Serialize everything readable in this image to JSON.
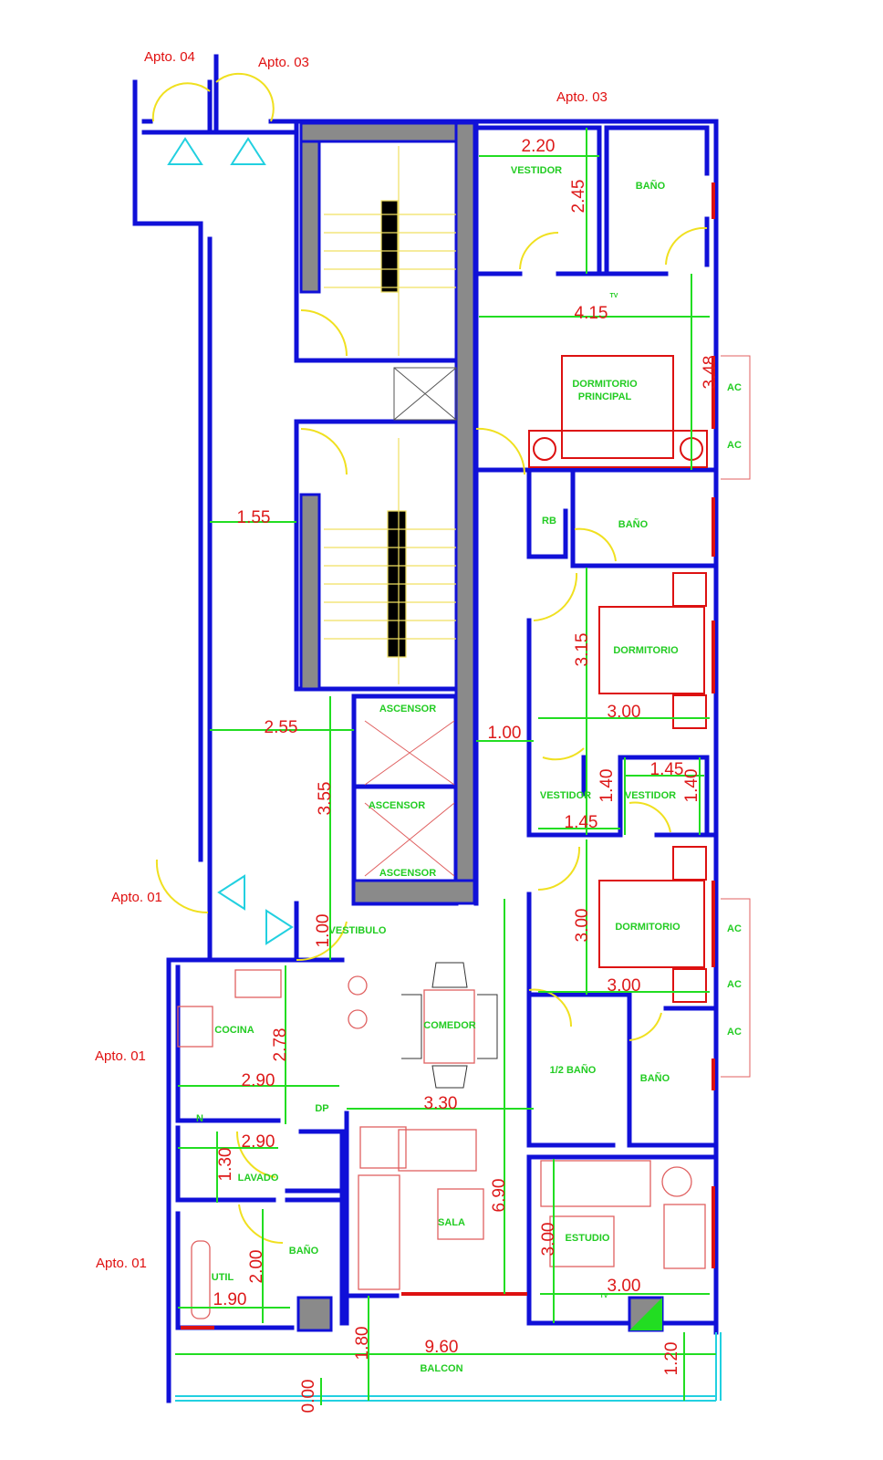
{
  "apartments": [
    "Apto. 04",
    "Apto. 03",
    "Apto. 03",
    "Apto. 01",
    "Apto. 01",
    "Apto. 01"
  ],
  "rooms": {
    "vestidor_top": "VESTIDOR",
    "bano_top": "BAÑO",
    "dorm_principal_1": "DORMITORIO",
    "dorm_principal_2": "PRINCIPAL",
    "rb": "RB",
    "bano_mid": "BAÑO",
    "dormitorio_1": "DORMITORIO",
    "vestidor_l": "VESTIDOR",
    "vestidor_r": "VESTIDOR",
    "dormitorio_2": "DORMITORIO",
    "ascensor_1": "ASCENSOR",
    "ascensor_2": "ASCENSOR",
    "ascensor_3": "ASCENSOR",
    "vestibulo": "VESTIBULO",
    "cocina": "COCINA",
    "comedor": "COMEDOR",
    "n": "N",
    "dp": "DP",
    "lavado": "LAVADO",
    "bano_util": "BAÑO",
    "util": "UTIL",
    "sala": "SALA",
    "medio_bano": "1/2  BAÑO",
    "bano_low": "BAÑO",
    "estudio": "ESTUDIO",
    "balcon": "BALCON",
    "tv": "TV",
    "ac": "AC"
  },
  "dimensions": [
    "2.20",
    "2.45",
    "4.15",
    "3.48",
    "1.55",
    "3.15",
    "3.00",
    "2.55",
    "1.00",
    "3.55",
    "1.45",
    "1.40",
    "1.40",
    "1.45",
    "3.00",
    "1.00",
    "3.00",
    "2.78",
    "2.90",
    "3.30",
    "2.90",
    "1.30",
    "6.90",
    "3.00",
    "2.00",
    "1.90",
    "3.00",
    "1.80",
    "9.60",
    "1.20",
    "0.00"
  ]
}
